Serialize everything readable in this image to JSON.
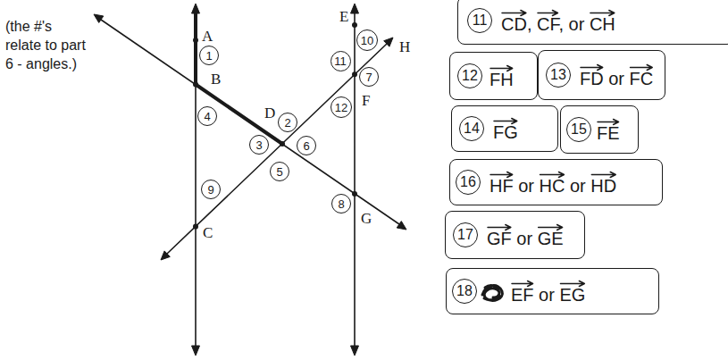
{
  "diagram": {
    "nodes": [
      {
        "text": [
          "1"
        ]
      },
      {
        "text": [
          "2"
        ]
      },
      {
        "text": [
          "3"
        ]
      },
      {
        "text": [
          "4"
        ]
      },
      {
        "text": [
          "5"
        ]
      },
      {
        "text": [
          "6"
        ]
      },
      {
        "text": [
          "7"
        ]
      },
      {
        "text": [
          "8"
        ]
      },
      {
        "text": [
          "9"
        ]
      },
      {
        "text": [
          "10"
        ]
      },
      {
        "text": [
          "11"
        ]
      },
      {
        "text": [
          "12"
        ]
      },
      {
        "text": [
          "CD, CF, or CH"
        ]
      },
      {
        "text": [
          "11"
        ],
        "in": 12
      },
      {
        "text": [
          "FH"
        ]
      },
      {
        "text": [
          "12"
        ],
        "in": 14
      },
      {
        "text": [
          "FD or FC"
        ]
      },
      {
        "text": [
          "13"
        ],
        "in": 16
      },
      {
        "text": [
          "FG"
        ]
      },
      {
        "text": [
          "14"
        ],
        "in": 18
      },
      {
        "text": [
          "FE"
        ]
      },
      {
        "text": [
          "15"
        ],
        "in": 20
      },
      {
        "text": [
          "HF or HC or HD"
        ]
      },
      {
        "text": [
          "16"
        ],
        "in": 22
      },
      {
        "text": [
          "GF or GE"
        ]
      },
      {
        "text": [
          "17"
        ],
        "in": 24
      },
      {
        "text": [
          "EF or EG"
        ]
      },
      {
        "text": [
          "18"
        ],
        "in": 26
      }
    ],
    "labels": [
      "(the #'s relate to part 6 - angles.)",
      "A",
      "B",
      "C",
      "D",
      "E",
      "F",
      "G",
      "H"
    ]
  }
}
